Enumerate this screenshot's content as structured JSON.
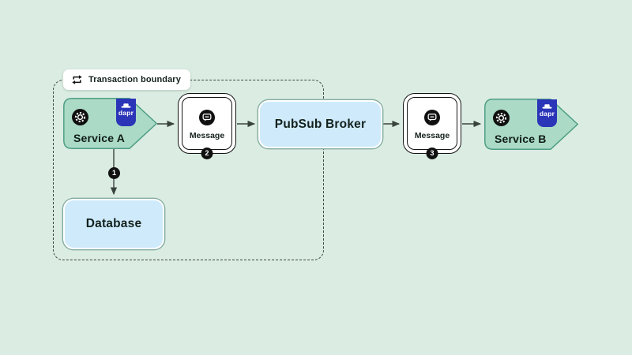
{
  "boundary": {
    "label": "Transaction boundary"
  },
  "nodes": {
    "service_a": {
      "label": "Service A",
      "badge": "dapr"
    },
    "message_out": {
      "label": "Message",
      "step": "2"
    },
    "pubsub_broker": {
      "label": "PubSub Broker"
    },
    "message_in": {
      "label": "Message",
      "step": "3"
    },
    "service_b": {
      "label": "Service B",
      "badge": "dapr"
    },
    "database": {
      "label": "Database"
    }
  },
  "edges": {
    "service_a_to_database": {
      "step": "1"
    }
  },
  "icons": {
    "boundary_icon": "swap-arrows-icon",
    "service_icon": "gear-icon",
    "message_icon": "message-bubble-icon",
    "badge_icon": "dapr-hat-icon"
  },
  "colors": {
    "background": "#dbede2",
    "service_fill": "#abdbc7",
    "service_border": "#4e9e85",
    "dapr_badge": "#2a35b8",
    "blue_fill": "#cfeafb",
    "blue_ring": "#83aba1",
    "frame_black": "#141414",
    "arrow": "#39433e",
    "text": "#0f1b17"
  }
}
